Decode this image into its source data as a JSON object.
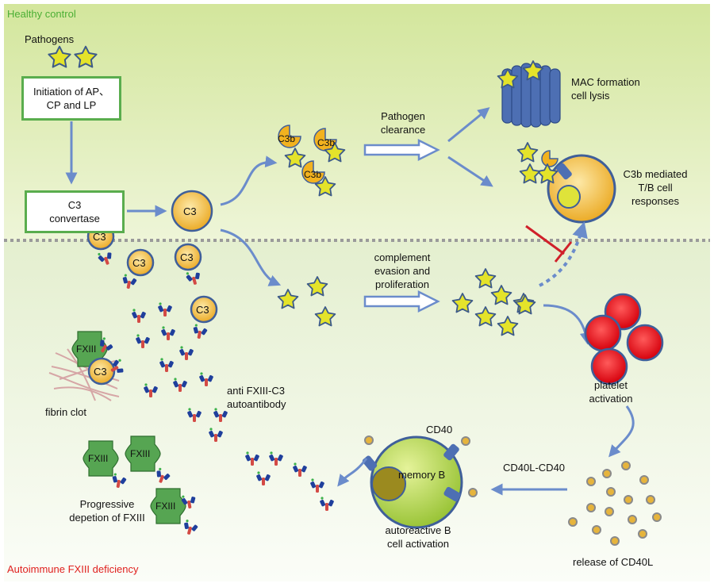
{
  "sections": {
    "top_title": "Healthy control",
    "bottom_title": "Autoimmune FXIII deficiency"
  },
  "labels": {
    "pathogens": "Pathogens",
    "initiation_line1": "Initiation of AP、",
    "initiation_line2": "CP and LP",
    "c3_convertase_line1": "C3",
    "c3_convertase_line2": "convertase",
    "c3": "C3",
    "c3b": "C3b",
    "pathogen_clearance_line1": "Pathogen",
    "pathogen_clearance_line2": "clearance",
    "mac_line1": "MAC formation",
    "mac_line2": "cell lysis",
    "c3b_mediated_line1": "C3b mediated",
    "c3b_mediated_line2": "T/B cell",
    "c3b_mediated_line3": "responses",
    "complement_evasion_line1": "complement",
    "complement_evasion_line2": "evasion and",
    "complement_evasion_line3": "proliferation",
    "platelet_line1": "platelet",
    "platelet_line2": "activation",
    "fxiii": "FXIII",
    "fibrin_clot": "fibrin clot",
    "autoantibody_line1": "anti FXIII-C3",
    "autoantibody_line2": "autoantibody",
    "cd40": "CD40",
    "memory_b": "memory B",
    "cd40l_cd40": "CD40L-CD40",
    "autoreactive_line1": "autoreactive B",
    "autoreactive_line2": "cell activation",
    "release_cd40l": "release of CD40L",
    "progressive_line1": "Progressive",
    "progressive_line2": "depetion of FXIII"
  },
  "colors": {
    "top_background": "#d8e9a6",
    "bottom_background": "#eef5e4",
    "section_top_text": "#4caf35",
    "section_bottom_text": "#e0211f",
    "box_border": "#5aad4e",
    "arrow_blue": "#6b8ccb",
    "c3_fill": "#f2b21f",
    "cell_outline": "#3f5f9a",
    "star_fill": "#e4e32a",
    "platelet_red": "#e0050f",
    "fxiii_green": "#56a552",
    "inhibit_red": "#d0202a",
    "b_cell_green": "#a8cc3a"
  },
  "icons": [
    "star-pathogen-icon",
    "c3-molecule-icon",
    "antibody-icon",
    "mac-pore-icon",
    "platelet-icon",
    "fxiii-icon",
    "cd40l-dot-icon"
  ]
}
